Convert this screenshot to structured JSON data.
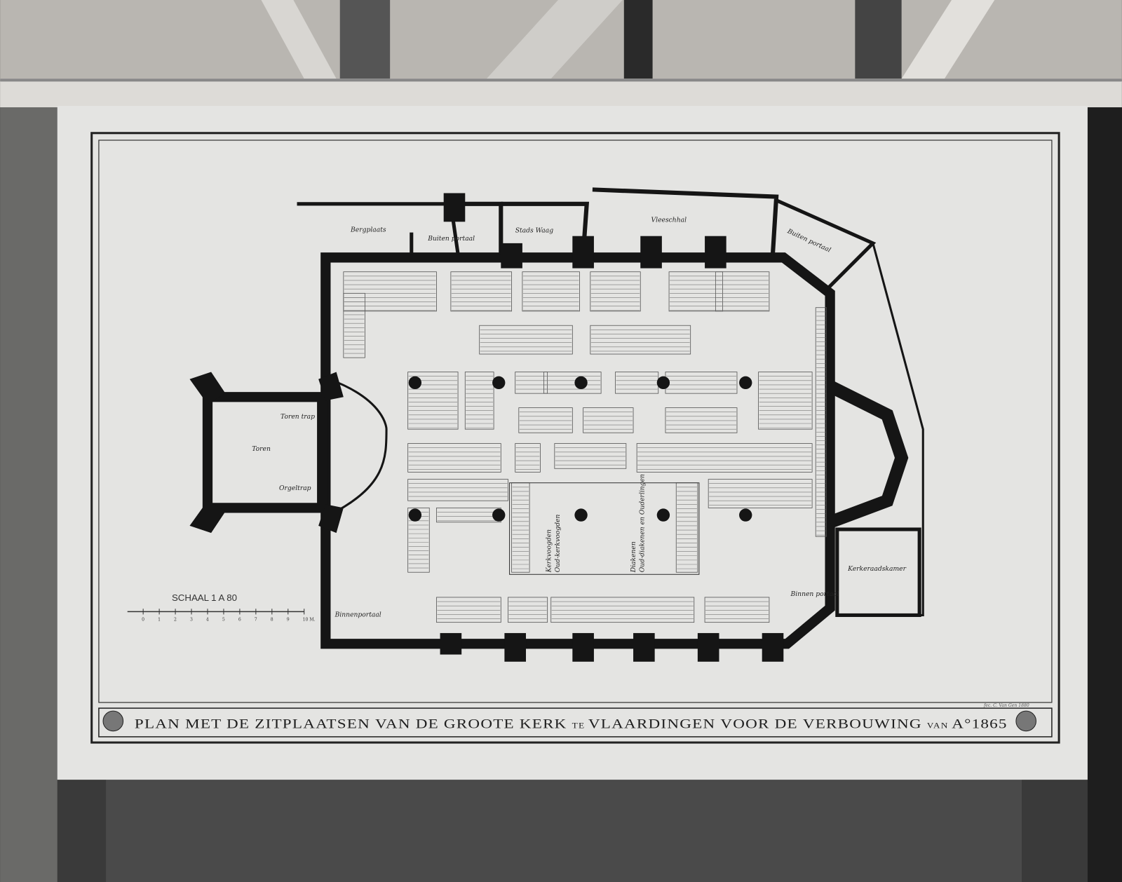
{
  "drawing": {
    "title_parts": [
      "PLAN",
      "MET DE",
      "ZITPLAATSEN",
      "VAN DE",
      "GROOTE",
      "KERK",
      "TE",
      "VLAARDINGEN",
      "VOOR DE",
      "VERBOUWING",
      "VAN",
      "A°1865"
    ],
    "scale_label": "SCHAAL 1 A 80",
    "scale_ticks": [
      "0",
      "1",
      "2",
      "3",
      "4",
      "5",
      "6",
      "7",
      "8",
      "9",
      "10 M."
    ],
    "signature": "fec. C. Van Gen 1880",
    "rooms": {
      "bergplaats": "Bergplaats",
      "buiten_portaal_1": "Buiten portaal",
      "stads_waag": "Stads Waag",
      "vleeschhal": "Vleeschhal",
      "buiten_portaal_2": "Buiten portaal",
      "kerkeraadskamer": "Kerkeraadskamer",
      "binnen_portaal_right": "Binnen portaal",
      "binnen_portaal_left": "Binnenportaal",
      "toren": "Toren",
      "toren_trap": "Toren trap",
      "orgeltrap": "Orgeltrap",
      "kerkvoogden": "Kerkvoogden",
      "ouderlingen": "Oud-kerkvoogden",
      "diakenen": "Diakenen",
      "oud_diakenen": "Oud-diakenen en Ouderlingen"
    }
  },
  "colors": {
    "paper": "#e6e6e4",
    "ink": "#151515",
    "board_shadow": "#9a9a98"
  }
}
